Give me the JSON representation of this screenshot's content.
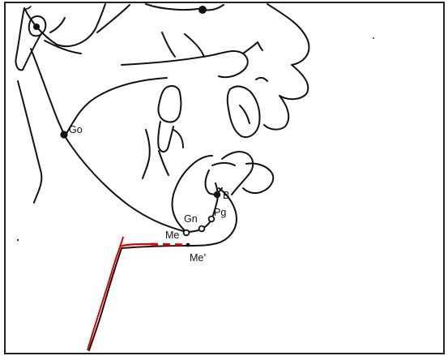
{
  "figure": {
    "landmarks": [
      {
        "id": "go",
        "label": "Go",
        "marker": "filled"
      },
      {
        "id": "b",
        "label": "B",
        "marker": "filled"
      },
      {
        "id": "pg",
        "label": "Pg",
        "marker": "open"
      },
      {
        "id": "gn",
        "label": "Gn",
        "marker": "open"
      },
      {
        "id": "me",
        "label": "Me",
        "marker": "open"
      },
      {
        "id": "me_soft",
        "label": "Me’",
        "marker": "small-filled"
      }
    ],
    "colors": {
      "outline": "#111111",
      "soft_tissue_line": "#e00000",
      "border": "#222222",
      "background": "#ffffff"
    }
  }
}
